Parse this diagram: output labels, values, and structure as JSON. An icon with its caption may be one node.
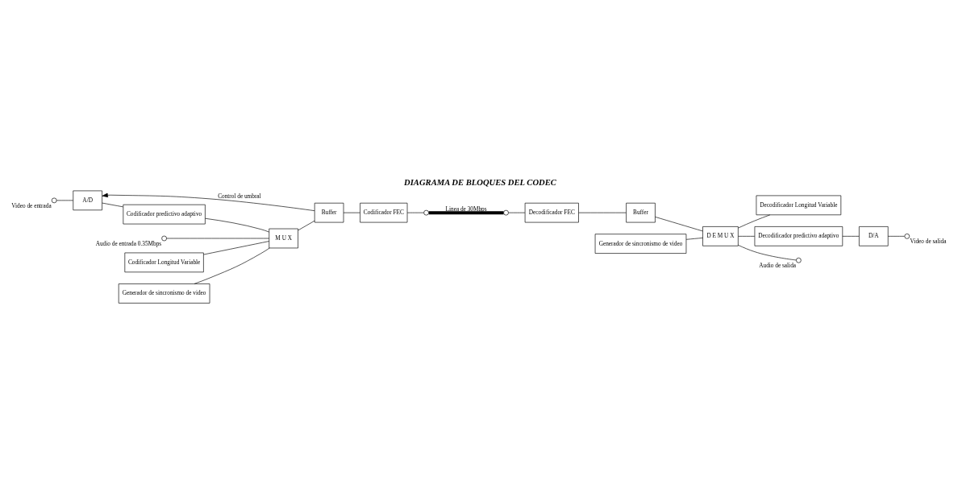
{
  "diagram": {
    "title": "DIAGRAMA DE BLOQUES DEL CODEC",
    "nodes": [
      {
        "text": [],
        "shape": "circle",
        "beside": [
          "Video de entrada"
        ]
      },
      {
        "text": [
          "A/D"
        ]
      },
      {
        "text": [
          "Codificador predictivo adaptivo"
        ]
      },
      {
        "text": [
          "Codificador Longitud Variable"
        ]
      },
      {
        "text": [
          "M U X"
        ]
      },
      {
        "text": [
          "Generador de sincronismo de video"
        ]
      },
      {
        "text": [],
        "shape": "circle",
        "beside": [
          "Audio de entrada 0.35Mbps"
        ]
      },
      {
        "text": [
          "Buffer"
        ]
      },
      {
        "text": [
          "Codificador FEC"
        ]
      },
      {
        "text": [],
        "shape": "circle"
      },
      {
        "text": [],
        "shape": "circle"
      },
      {
        "text": [
          "Decodificador FEC"
        ]
      },
      {
        "text": [
          "Buffer"
        ]
      },
      {
        "text": [
          "D E M U X"
        ]
      },
      {
        "text": [
          "Decodificador Longitud Variable"
        ]
      },
      {
        "text": [
          "Decodificador predictivo adaptivo"
        ]
      },
      {
        "text": [
          "Generador de sincronismo de video"
        ]
      },
      {
        "text": [],
        "shape": "circle",
        "beside": [
          "Audio de salida"
        ]
      },
      {
        "text": [
          "D/A"
        ]
      },
      {
        "text": [],
        "shape": "circle",
        "beside": [
          "Video de salida"
        ]
      }
    ],
    "edges": [
      {
        "from": 0,
        "to": 1,
        "arrow": "none"
      },
      {
        "from": 1,
        "to": 2,
        "arrow": "none"
      },
      {
        "from": 2,
        "to": 4,
        "arrow": "none"
      },
      {
        "from": 3,
        "to": 4,
        "arrow": "none"
      },
      {
        "from": 5,
        "to": 4,
        "arrow": "none"
      },
      {
        "from": 6,
        "to": 4,
        "arrow": "none"
      },
      {
        "from": 4,
        "to": 7,
        "arrow": "none"
      },
      {
        "from": 7,
        "to": 1,
        "arrow": "to",
        "label": "Control de umbral"
      },
      {
        "from": 7,
        "to": 8,
        "arrow": "none"
      },
      {
        "from": 8,
        "to": 9,
        "arrow": "none"
      },
      {
        "from": 9,
        "to": 10,
        "arrow": "none",
        "style": "thick",
        "label": "Linea de 30Mbps"
      },
      {
        "from": 10,
        "to": 11,
        "arrow": "none"
      },
      {
        "from": 11,
        "to": 12,
        "arrow": "none"
      },
      {
        "from": 12,
        "to": 13,
        "arrow": "none"
      },
      {
        "from": 13,
        "to": 14,
        "arrow": "none"
      },
      {
        "from": 13,
        "to": 15,
        "arrow": "none"
      },
      {
        "from": 16,
        "to": 13,
        "arrow": "none"
      },
      {
        "from": 13,
        "to": 17,
        "arrow": "none"
      },
      {
        "from": 15,
        "to": 18,
        "arrow": "none"
      },
      {
        "from": 18,
        "to": 19,
        "arrow": "none"
      }
    ]
  }
}
